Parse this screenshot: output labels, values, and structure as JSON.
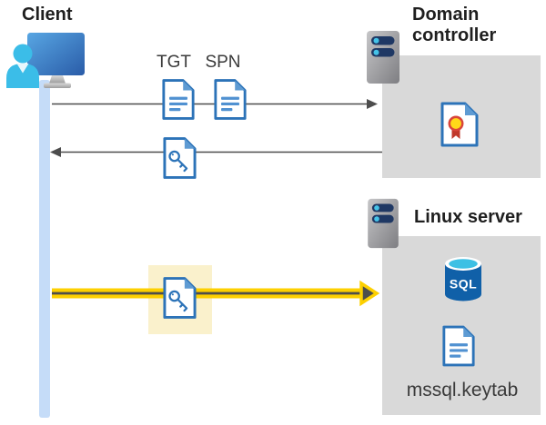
{
  "nodes": {
    "client": {
      "label": "Client",
      "icon": "client-workstation-icon"
    },
    "domain_controller": {
      "label": "Domain controller",
      "icon": "server-icon",
      "contents": [
        {
          "icon": "certificate-icon"
        }
      ]
    },
    "linux_server": {
      "label": "Linux server",
      "icon": "server-icon",
      "contents": [
        {
          "icon": "sql-database-icon",
          "label": "SQL"
        },
        {
          "icon": "keytab-document-icon",
          "label": "mssql.keytab"
        }
      ]
    }
  },
  "flows": {
    "request": {
      "labels": [
        "TGT",
        "SPN"
      ],
      "icons": [
        "document-icon",
        "document-icon"
      ],
      "direction": "client-to-domain-controller"
    },
    "response": {
      "icon": "key-ticket-icon",
      "direction": "domain-controller-to-client"
    },
    "sql_connection": {
      "icon": "key-ticket-icon",
      "highlighted": true,
      "direction": "client-to-linux-server"
    }
  },
  "colors": {
    "doc_border": "#2C73B8",
    "doc_fold": "#5E9BD3",
    "doc_lines": "#5091D1",
    "arrow_gray": "#4D4D4D",
    "highlight_yellow": "#FDD000",
    "highlight_bg": "#FAF1CC",
    "box_gray": "#D9D9D9",
    "client_line": "#C5DCF8",
    "server_bar": "#1F3864",
    "server_dot": "#45C3E8",
    "sql_body": "#1060A8",
    "sql_top": "#3DC0E4",
    "seal_yellow": "#FFD919",
    "seal_ring": "#D9453A",
    "seal_ribbon": "#C0392B",
    "person_cyan": "#3BBDE8",
    "text_dark": "#1F1F1F",
    "text_mid": "#3A3A3A"
  }
}
